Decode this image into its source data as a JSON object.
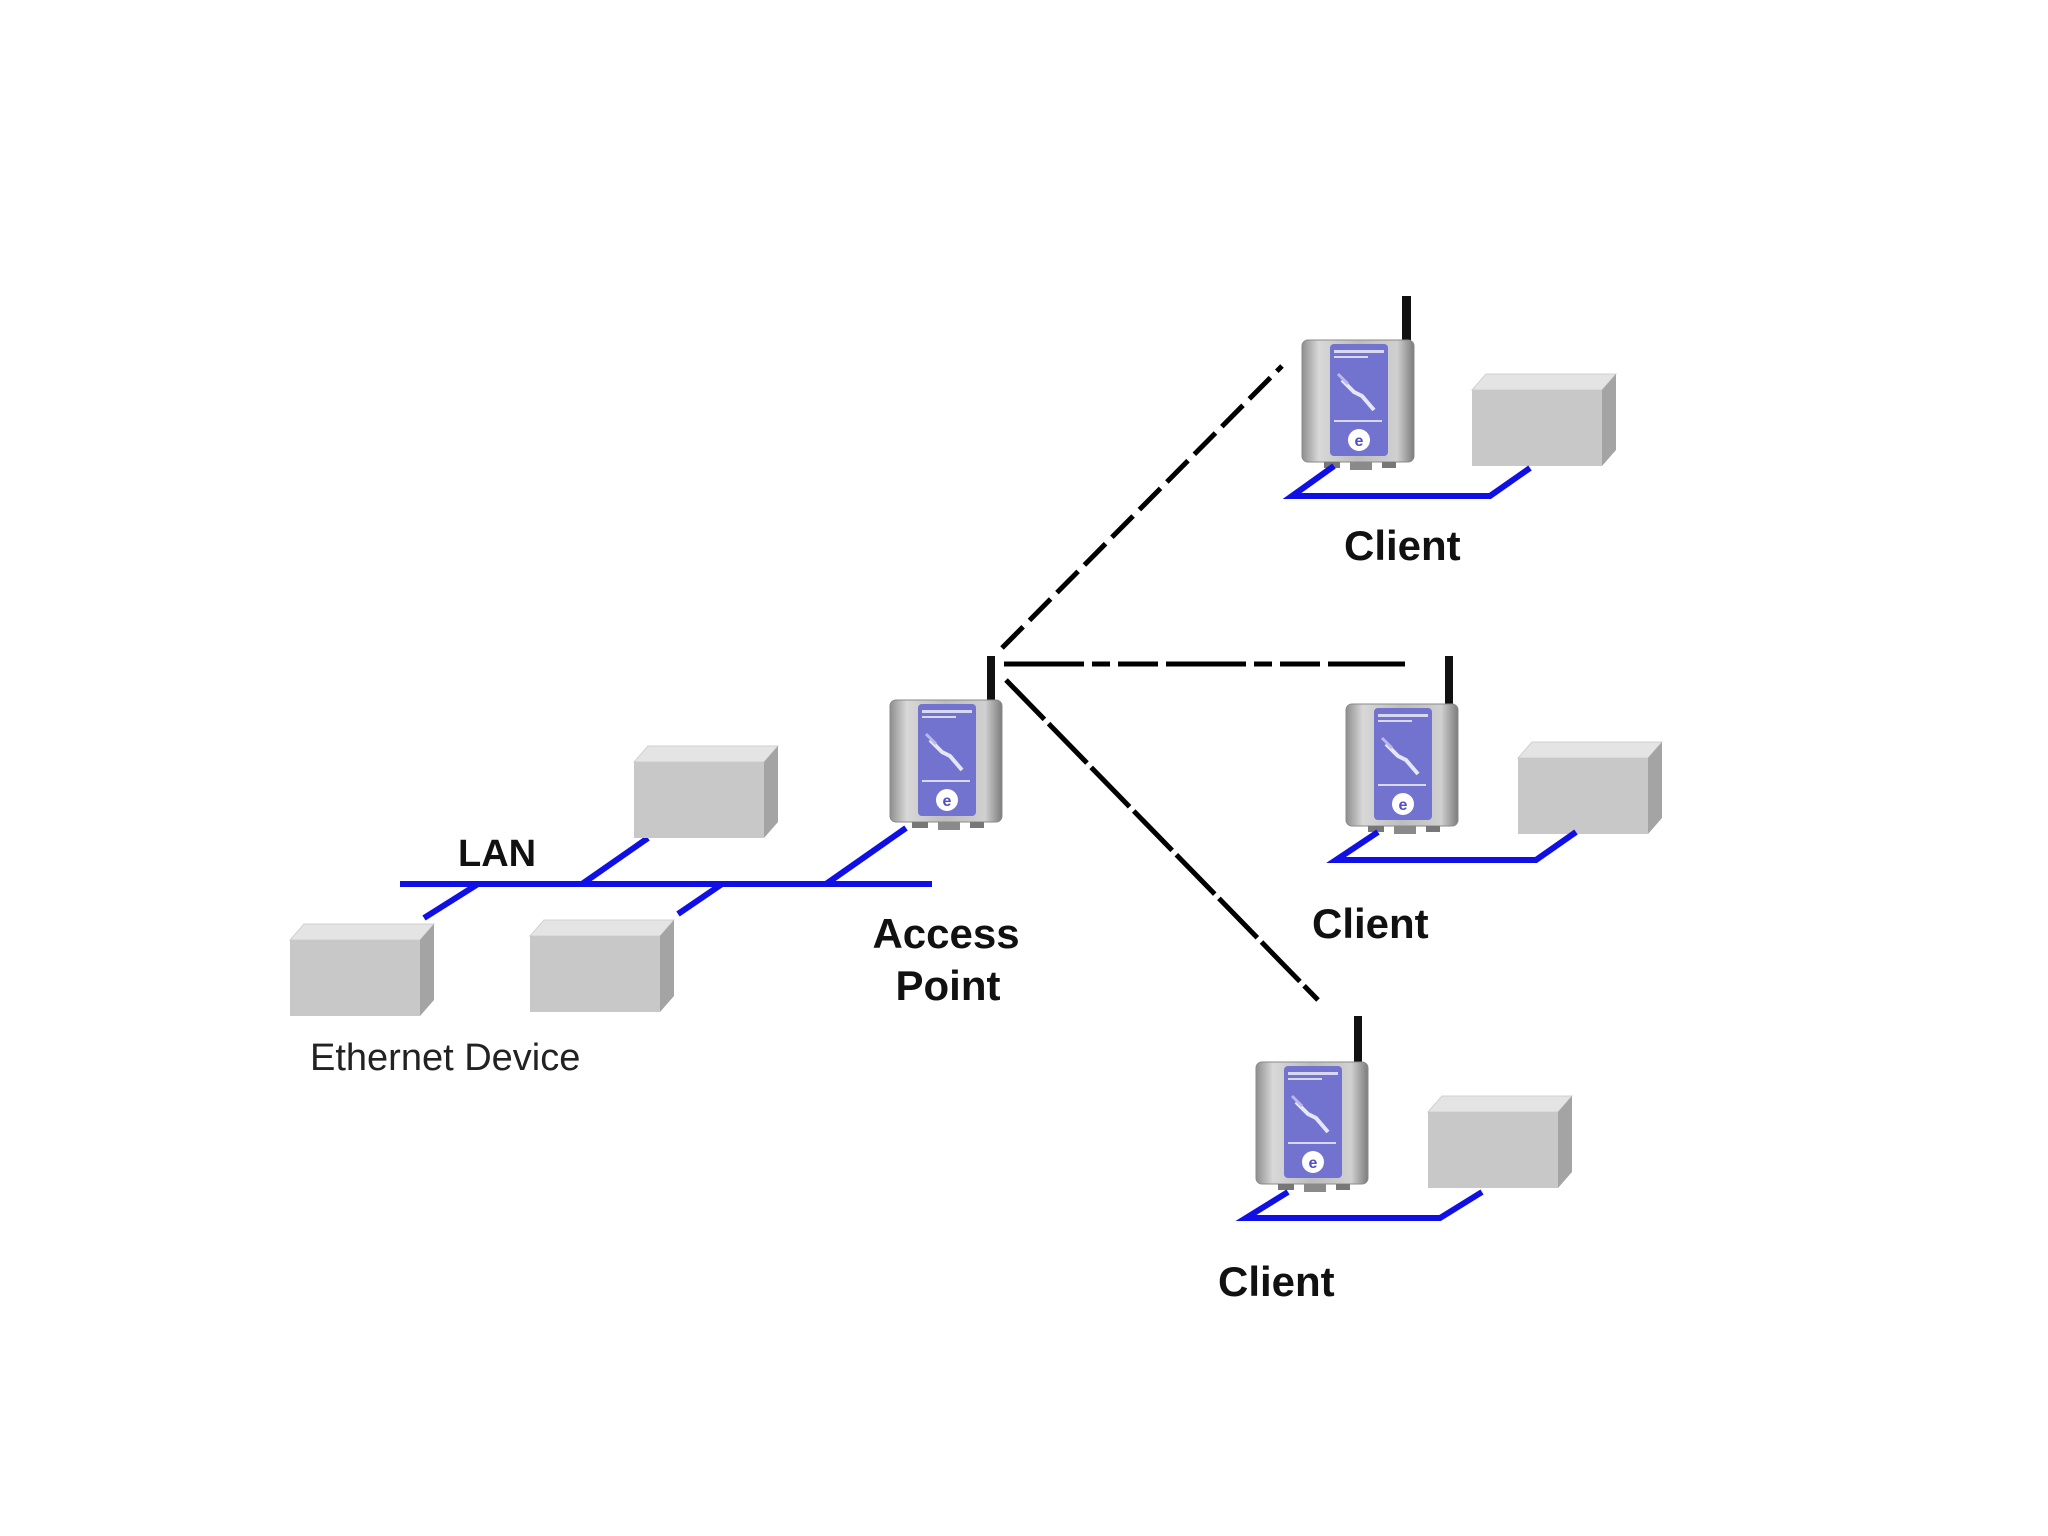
{
  "labels": {
    "lan": "LAN",
    "access_point_line1": "Access",
    "access_point_line2": "Point",
    "ethernet_device": "Ethernet Device",
    "client_top": "Client",
    "client_middle": "Client",
    "client_bottom": "Client"
  },
  "colors": {
    "lan_cable": "#1010e6",
    "wireless_link": "#000000",
    "device_face": "#c8c8c8",
    "device_top": "#e6e6e6",
    "device_side": "#a8a8a8",
    "radio_panel": "#7070cc"
  }
}
